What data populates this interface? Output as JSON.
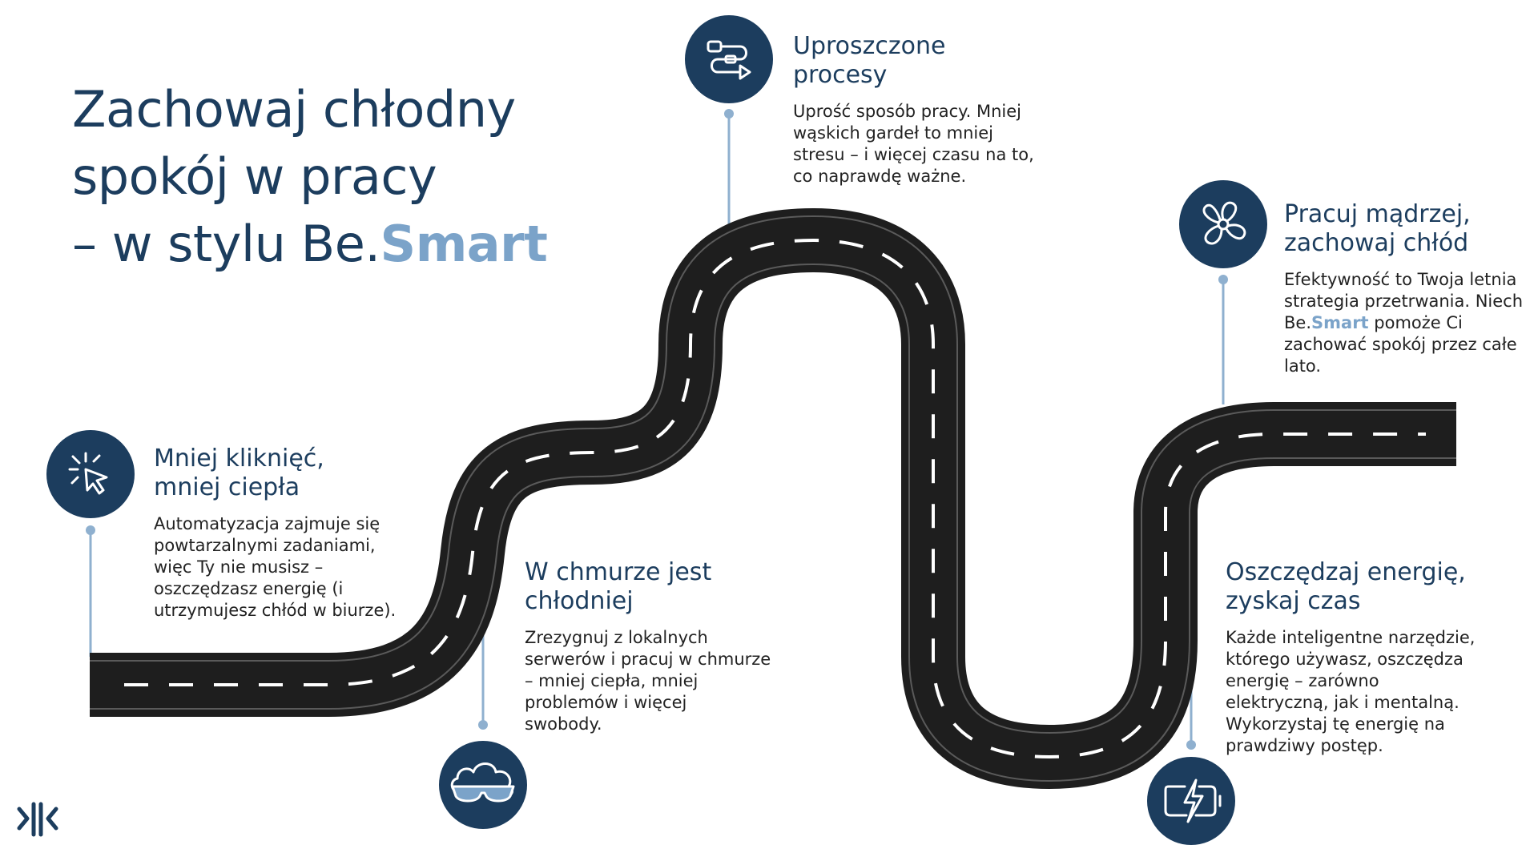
{
  "title": {
    "line1": "Zachowaj chłodny",
    "line2": "spokój w pracy",
    "line3_prefix": "– w stylu Be.",
    "line3_accent": "Smart"
  },
  "colors": {
    "navy": "#1c3d5e",
    "accent": "#7ba3c9",
    "road": "#1e1e1e",
    "connector": "#8fb0cf"
  },
  "milestones": [
    {
      "icon": "cursor-click-icon",
      "heading": [
        "Mniej kliknięć,",
        "mniej ciepła"
      ],
      "body": [
        "Automatyzacja zajmuje się",
        "powtarzalnymi zadaniami,",
        "więc Ty nie musisz –",
        "oszczędzasz energię (i",
        "utrzymujesz chłód w biurze)."
      ]
    },
    {
      "icon": "cloud-sunglasses-icon",
      "heading": [
        "W chmurze jest",
        "chłodniej"
      ],
      "body": [
        "Zrezygnuj z lokalnych",
        "serwerów i pracuj w chmurze",
        "– mniej ciepła, mniej",
        "problemów i więcej",
        "swobody."
      ]
    },
    {
      "icon": "process-flow-icon",
      "heading": [
        "Uproszczone",
        "procesy"
      ],
      "body": [
        "Uprość sposób pracy. Mniej",
        "wąskich gardeł to mniej",
        "stresu – i więcej czasu na to,",
        "co naprawdę ważne."
      ]
    },
    {
      "icon": "fan-icon",
      "heading": [
        "Pracuj mądrzej,",
        "zachowaj chłód"
      ],
      "body_line1": "Efektywność to Twoja letnia",
      "body_line2": "strategia przetrwania. Niech",
      "body_line3_prefix": "Be.",
      "body_line3_accent": "Smart",
      "body_line3_suffix": " pomoże Ci",
      "body_line4": "zachować spokój przez całe",
      "body_line5": "lato."
    },
    {
      "icon": "battery-lightning-icon",
      "heading": [
        "Oszczędzaj energię,",
        "zyskaj czas"
      ],
      "body": [
        "Każde inteligentne narzędzie,",
        "którego używasz, oszczędza",
        "energię – zarówno",
        "elektryczną, jak i mentalną.",
        "Wykorzystaj tę energię na",
        "prawdziwy postęp."
      ]
    }
  ],
  "logo": {
    "icon": "brand-logo-icon"
  }
}
